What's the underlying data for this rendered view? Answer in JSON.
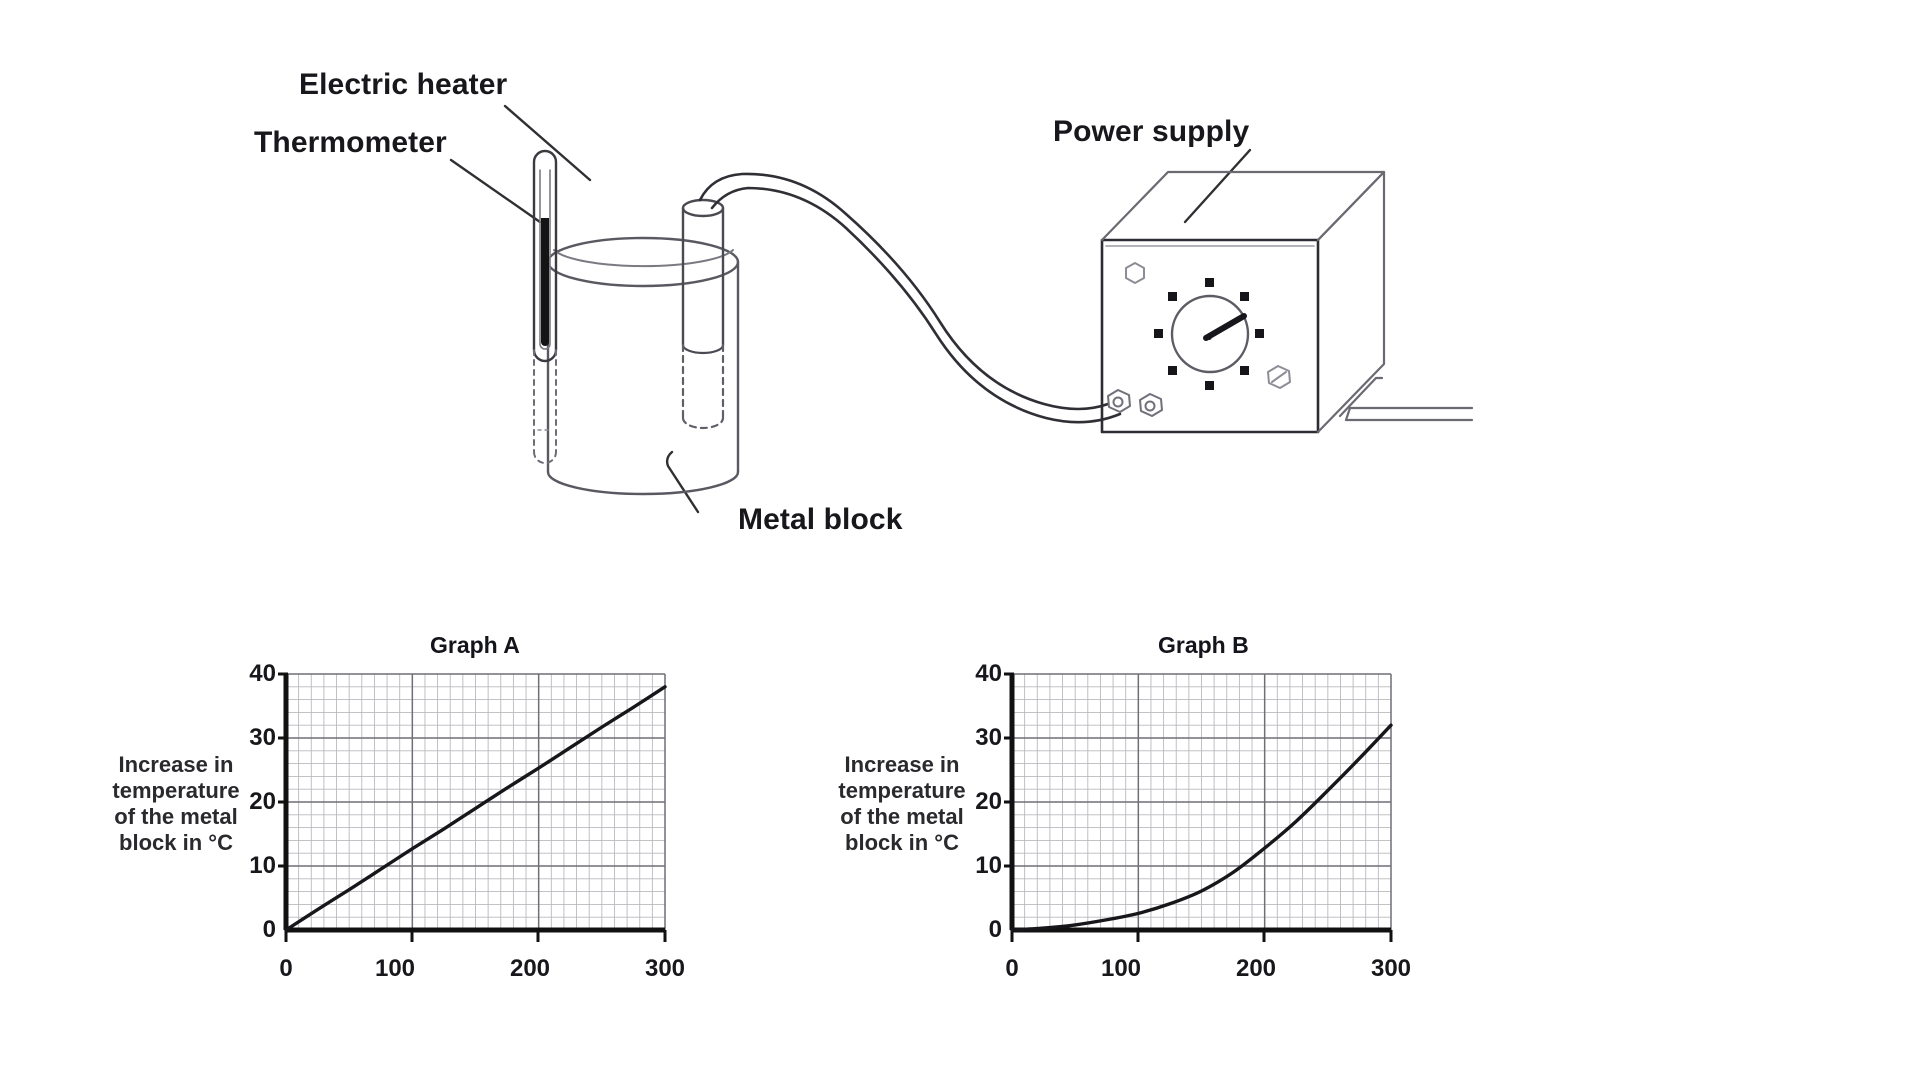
{
  "apparatus": {
    "labels": [
      {
        "key": "electric_heater",
        "text": "Electric heater"
      },
      {
        "key": "thermometer",
        "text": "Thermometer"
      },
      {
        "key": "power_supply",
        "text": "Power supply"
      },
      {
        "key": "metal_block",
        "text": "Metal block"
      }
    ],
    "electric_heater": "Electric heater",
    "thermometer": "Thermometer",
    "power_supply": "Power supply",
    "metal_block": "Metal block"
  },
  "graphs": {
    "a": {
      "title": "Graph A",
      "ylabel_lines": [
        "Increase in",
        "temperature",
        "of the metal",
        "block in °C"
      ],
      "ylabel": "Increase in temperature of the metal block in °C",
      "yticks": [
        "40",
        "30",
        "20",
        "10",
        "0"
      ],
      "xticks": [
        "0",
        "100",
        "200",
        "300"
      ]
    },
    "b": {
      "title": "Graph B",
      "ylabel_lines": [
        "Increase in",
        "temperature",
        "of the metal",
        "block in °C"
      ],
      "ylabel": "Increase in temperature of the metal block in °C",
      "yticks": [
        "40",
        "30",
        "20",
        "10",
        "0"
      ],
      "xticks": [
        "0",
        "100",
        "200",
        "300"
      ]
    }
  },
  "chart_data": [
    {
      "type": "line",
      "title": "Graph A",
      "xlabel": "",
      "ylabel": "Increase in temperature of the metal block in °C",
      "xlim": [
        0,
        300
      ],
      "ylim": [
        0,
        40
      ],
      "xticks": [
        0,
        100,
        200,
        300
      ],
      "yticks": [
        0,
        10,
        20,
        30,
        40
      ],
      "grid": true,
      "legend": "none",
      "x": [
        0,
        25,
        50,
        75,
        100,
        125,
        150,
        175,
        200,
        225,
        250,
        275,
        300
      ],
      "values": [
        0,
        3.2,
        6.3,
        9.5,
        12.7,
        15.8,
        19.0,
        22.2,
        25.3,
        28.5,
        31.7,
        34.8,
        38.0
      ]
    },
    {
      "type": "line",
      "title": "Graph B",
      "xlabel": "",
      "ylabel": "Increase in temperature of the metal block in °C",
      "xlim": [
        0,
        300
      ],
      "ylim": [
        0,
        40
      ],
      "xticks": [
        0,
        100,
        200,
        300
      ],
      "yticks": [
        0,
        10,
        20,
        30,
        40
      ],
      "grid": true,
      "legend": "none",
      "x": [
        0,
        25,
        50,
        75,
        100,
        125,
        150,
        175,
        200,
        225,
        250,
        275,
        300
      ],
      "values": [
        0,
        0.3,
        0.8,
        1.6,
        2.6,
        4.1,
        6.1,
        9.0,
        12.8,
        17.0,
        21.8,
        26.8,
        32.0
      ]
    }
  ]
}
